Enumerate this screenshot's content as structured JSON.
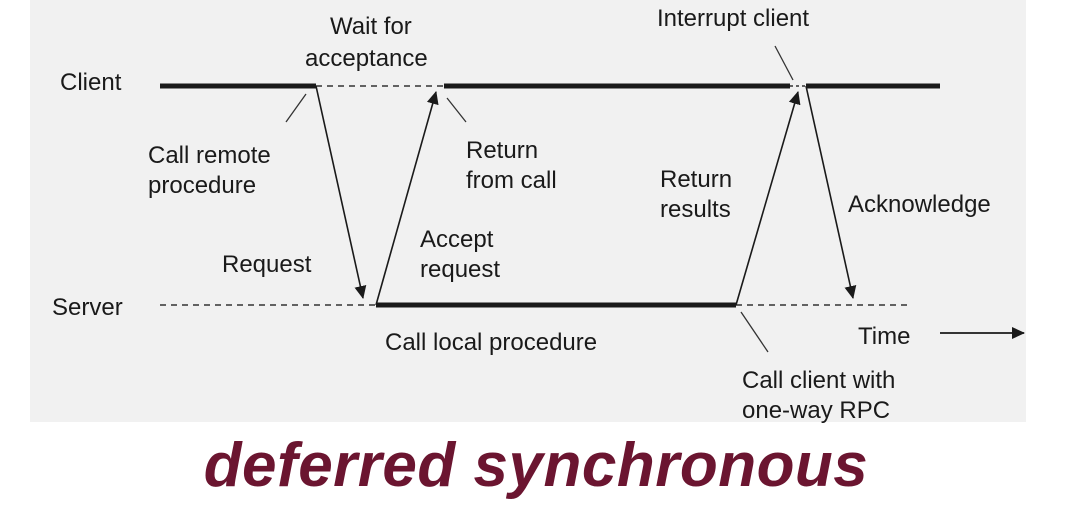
{
  "diagram": {
    "client_label": "Client",
    "server_label": "Server",
    "labels": {
      "wait_line1": "Wait for",
      "wait_line2": "acceptance",
      "interrupt": "Interrupt client",
      "call_remote_line1": "Call remote",
      "call_remote_line2": "procedure",
      "return_call_line1": "Return",
      "return_call_line2": "from call",
      "return_results_line1": "Return",
      "return_results_line2": "results",
      "acknowledge": "Acknowledge",
      "request": "Request",
      "accept_line1": "Accept",
      "accept_line2": "request",
      "call_local": "Call local procedure",
      "time": "Time",
      "call_client_line1": "Call client with",
      "call_client_line2": "one-way RPC"
    }
  },
  "caption": "deferred synchronous",
  "colors": {
    "caption": "#6b1530",
    "panel": "#f1f1f1",
    "ink": "#1a1a1a"
  }
}
